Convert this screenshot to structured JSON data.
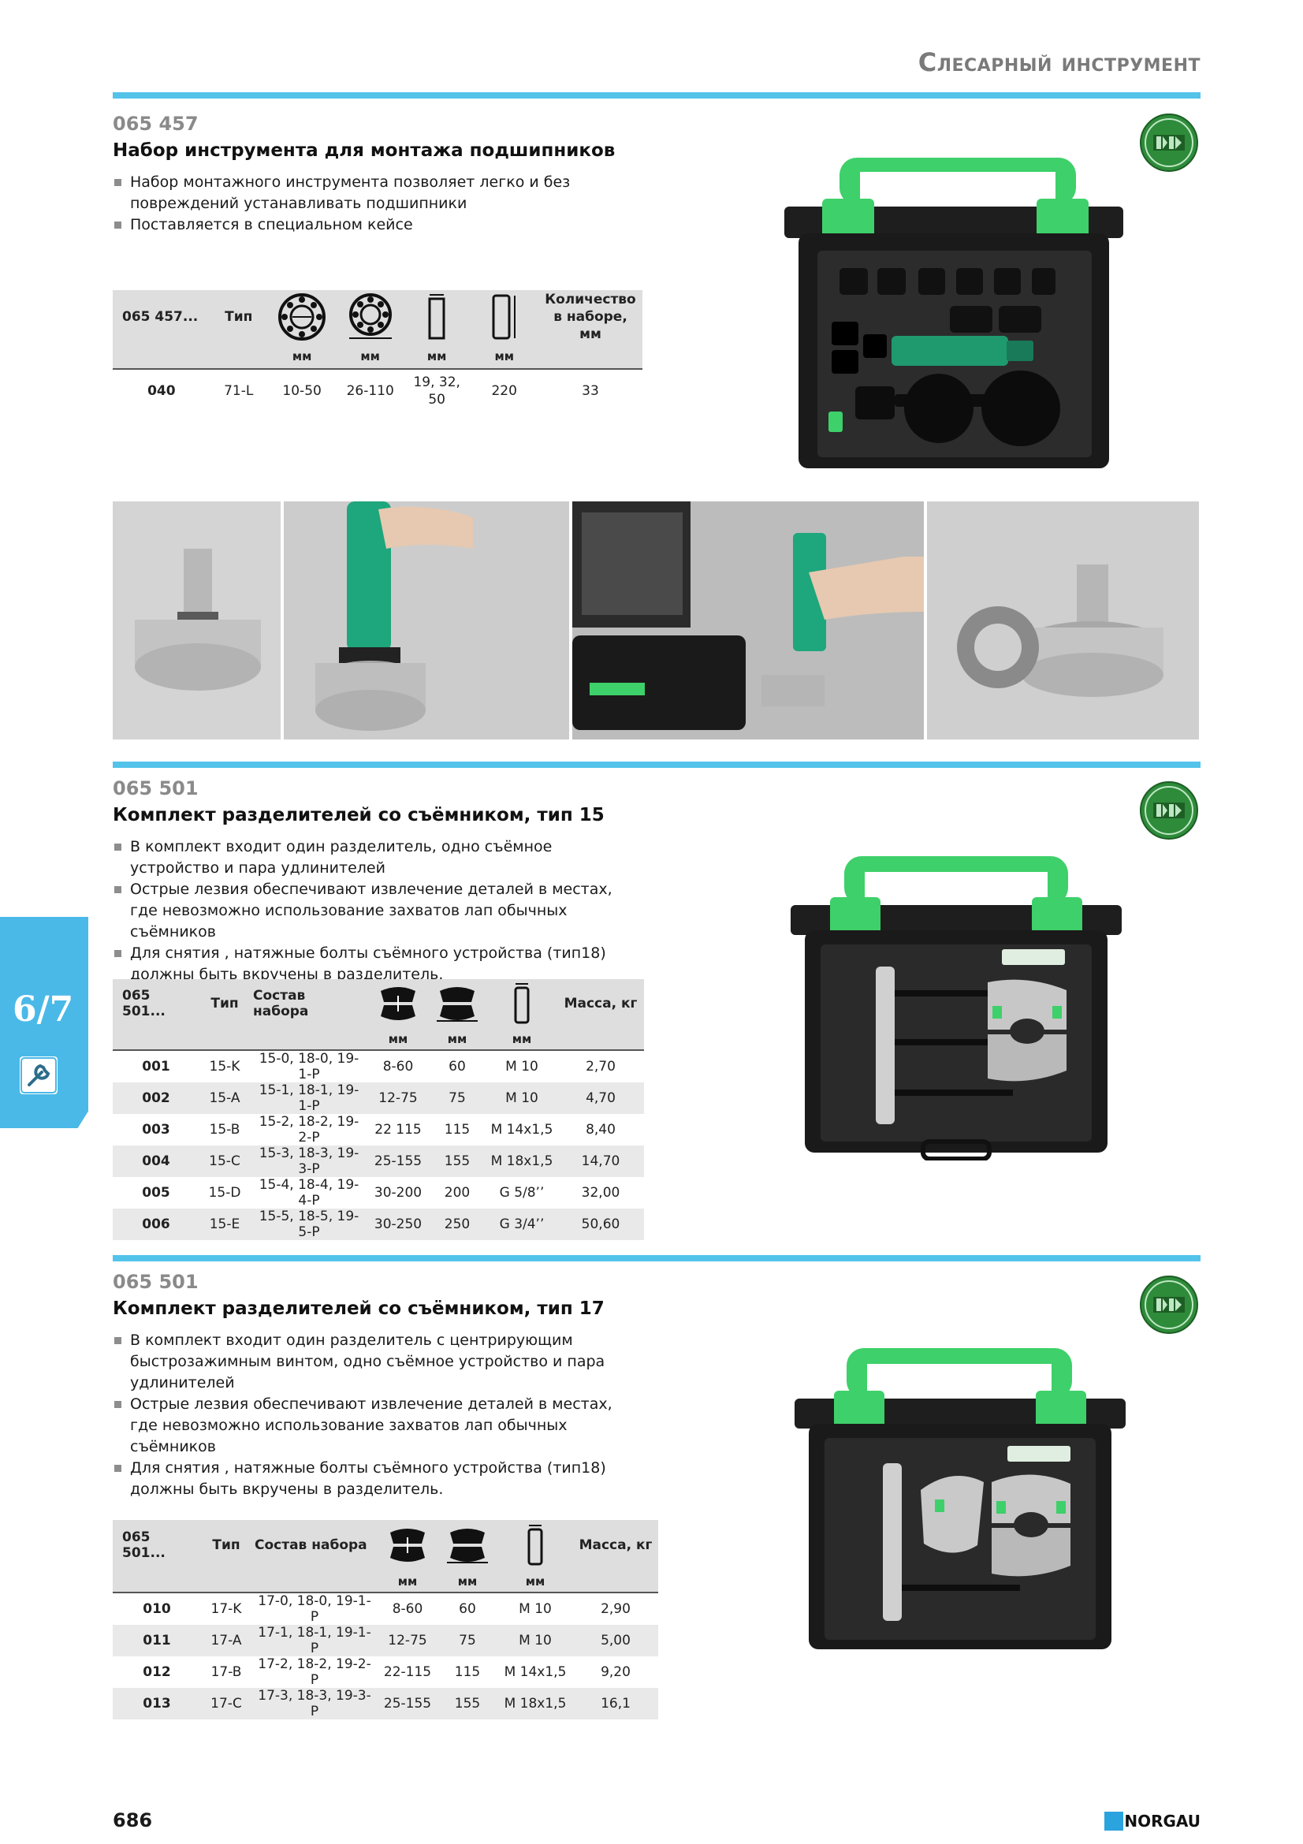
{
  "header": {
    "title": "Слесарный инструмент"
  },
  "section1": {
    "article": "065 457",
    "title": "Набор инструмента для монтажа подшипников",
    "bullets": [
      "Набор монтажного инструмента позволяет легко и без повреждений устанавливать подшипники",
      "Поставляется в специальном кейсе"
    ],
    "table": {
      "headers": [
        "065 457...",
        "Тип",
        "",
        "",
        "",
        "",
        "Количество в наборе, мм"
      ],
      "units": [
        "мм",
        "мм",
        "мм",
        "мм"
      ],
      "rows": [
        [
          "040",
          "71-L",
          "10-50",
          "26-110",
          "19, 32, 50",
          "220",
          "33"
        ]
      ]
    }
  },
  "section2": {
    "article": "065 501",
    "title": "Комплект разделителей со съёмником, тип 15",
    "bullets": [
      "В комплект входит один разделитель, одно съёмное устройство и пара удлинителей",
      "Острые лезвия обеспечивают извлечение деталей в местах, где невозможно использование захватов лап обычных съёмников",
      "Для снятия , натяжные болты съёмного устройства (тип18) должны быть вкручены в разделитель."
    ],
    "table": {
      "headers": [
        "065 501...",
        "Тип",
        "Состав набора",
        "",
        "",
        "",
        "Масса, кг"
      ],
      "units": [
        "мм",
        "мм",
        "мм"
      ],
      "rows": [
        [
          "001",
          "15-K",
          "15-0, 18-0, 19-1-P",
          "8-60",
          "60",
          "M 10",
          "2,70"
        ],
        [
          "002",
          "15-A",
          "15-1, 18-1, 19-1-P",
          "12-75",
          "75",
          "M 10",
          "4,70"
        ],
        [
          "003",
          "15-B",
          "15-2, 18-2, 19-2-P",
          "22 115",
          "115",
          "M 14x1,5",
          "8,40"
        ],
        [
          "004",
          "15-C",
          "15-3, 18-3, 19-3-P",
          "25-155",
          "155",
          "M 18x1,5",
          "14,70"
        ],
        [
          "005",
          "15-D",
          "15-4, 18-4, 19-4-P",
          "30-200",
          "200",
          "G 5/8’’",
          "32,00"
        ],
        [
          "006",
          "15-E",
          "15-5, 18-5, 19-5-P",
          "30-250",
          "250",
          "G 3/4’’",
          "50,60"
        ]
      ]
    }
  },
  "section3": {
    "article": "065 501",
    "title": "Комплект разделителей со съёмником, тип 17",
    "bullets": [
      "В комплект входит один разделитель с центрирующим быстрозажимным винтом, одно съёмное устройство и пара удлинителей",
      "Острые лезвия обеспечивают извлечение деталей в местах, где невозможно использование захватов лап обычных съёмников",
      "Для снятия , натяжные болты съёмного устройства (тип18) должны быть вкручены в разделитель."
    ],
    "table": {
      "headers": [
        "065 501...",
        "Тип",
        "Состав набора",
        "",
        "",
        "",
        "Масса, кг"
      ],
      "units": [
        "мм",
        "мм",
        "мм"
      ],
      "rows": [
        [
          "010",
          "17-K",
          "17-0, 18-0, 19-1-P",
          "8-60",
          "60",
          "M 10",
          "2,90"
        ],
        [
          "011",
          "17-A",
          "17-1, 18-1, 19-1-P",
          "12-75",
          "75",
          "M 10",
          "5,00"
        ],
        [
          "012",
          "17-B",
          "17-2, 18-2, 19-2-P",
          "22-115",
          "115",
          "M 14x1,5",
          "9,20"
        ],
        [
          "013",
          "17-C",
          "17-3, 18-3, 19-3-P",
          "25-155",
          "155",
          "M 18x1,5",
          "16,1"
        ]
      ]
    }
  },
  "sidebar": {
    "tab_label": "6/7",
    "icon": "wrench-icon"
  },
  "footer": {
    "page_number": "686",
    "brand": "NORGAU"
  },
  "colors": {
    "accent_blue": "#53c3ea",
    "tab_blue": "#4ab9e8",
    "case_green": "#3ed06a",
    "logo_green": "#2e8b3a"
  }
}
